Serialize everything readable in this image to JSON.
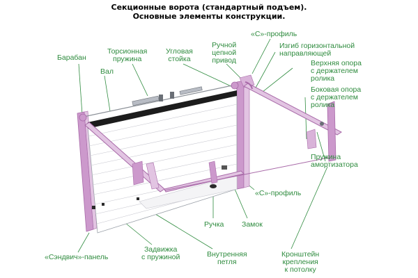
{
  "title": {
    "line1": "Секционные ворота (стандартный подъем).",
    "line2": "Основные элементы конструкции."
  },
  "colors": {
    "text": "#2e8b3e",
    "title": "#2e8b3e",
    "leader": "#2e8b3e",
    "frame": "#cc99cc",
    "frame_dark": "#a86aa8",
    "panel": "#ffffff",
    "panel_line": "#c8c8d0",
    "steel": "#9aa0a8"
  },
  "labels": {
    "baraban": "Барабан",
    "val": "Вал",
    "torsion": "Торсионная\nпружина",
    "corner_post": "Угловая\nстойка",
    "manual_drive": "Ручной\nцепной\nпривод",
    "c_profile_top": "«С»-профиль",
    "bend_rail": "Изгиб горизонтальной\nнаправляющей",
    "top_support": "Верхняя опора\nс держателем\nролика",
    "side_support": "Боковая опора\nс держателем\nролика",
    "shock_spring": "Пружина\nамортизатора",
    "c_profile_bottom": "«С»-профиль",
    "handle": "Ручка",
    "lock": "Замок",
    "sandwich": "«Сэндвич»-панель",
    "latch": "Задвижка\nс пружиной",
    "hinge": "Внутренняя\nпетля",
    "bracket": "Кронштейн\nкрепления\nк потолку"
  },
  "icons": {
    "door_illustration": "sectional-garage-door-diagram"
  }
}
